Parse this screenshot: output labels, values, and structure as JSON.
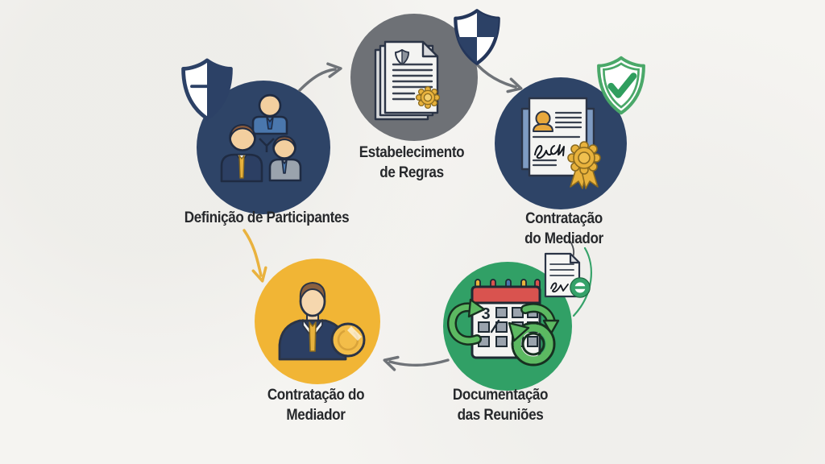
{
  "diagram": {
    "type": "process-cycle-infographic",
    "language": "pt-BR",
    "background_color": "#f5f4f1",
    "text_color": "#26282b",
    "calendar_day": "3",
    "steps": [
      {
        "id": "definicao-de-participantes",
        "label": "Definição de Participantes",
        "label_lines": [
          "Definição de Participantes"
        ],
        "circle_color": "#2e4467",
        "icon": "team-of-participants-icon",
        "badge": "half-filled-shield-icon"
      },
      {
        "id": "estabelecimento-de-regras",
        "label": "Estabelecimento de Regras",
        "label_lines": [
          "Estabelecimento",
          "de Regras"
        ],
        "circle_color": "#6e7176",
        "icon": "rules-documents-with-seal-icon",
        "badge": "checkered-shield-icon"
      },
      {
        "id": "contratacao-do-mediador",
        "label": "Contratação do Mediador",
        "label_lines": [
          "Contratação",
          "do Mediador"
        ],
        "circle_color": "#2e4467",
        "icon": "signed-certificate-with-ribbon-icon",
        "badge": "green-check-shield-icon"
      },
      {
        "id": "documentacao-das-reunioes",
        "label": "Documentação das Reuniões",
        "label_lines": [
          "Documentação",
          "das Reuniões"
        ],
        "circle_color": "#31a066",
        "icon": "recurring-calendar-icon",
        "badge": "signed-document-stamp-icon"
      },
      {
        "id": "contratacao-do-mediador-2",
        "label": "Contratação do Mediador",
        "label_lines": [
          "Contratação do",
          "Mediador"
        ],
        "circle_color": "#f1b535",
        "icon": "mediator-with-coin-icon"
      }
    ],
    "colors": {
      "navy_circle": "#2e4467",
      "gray_circle": "#6e7176",
      "green_circle": "#31a066",
      "yellow_circle": "#f1b535",
      "arrow_gray": "#6f7378",
      "arrow_yellow": "#e9b23e",
      "gold": "#e8b23c",
      "shield_navy": "#2c4166",
      "shield_green": "#4aa869",
      "calendar_red": "#d9534f",
      "icon_outline": "#233048",
      "paper": "#f4f4f2"
    }
  }
}
